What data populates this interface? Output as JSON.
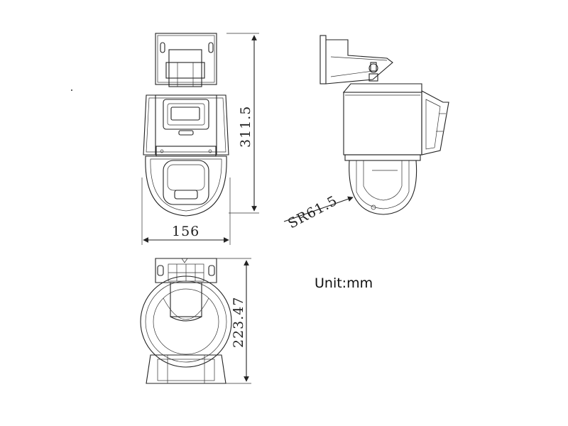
{
  "dimensions": {
    "height_front": "311.5",
    "width_front": "156",
    "radius_side": "SR61.5",
    "height_bottom": "223.47"
  },
  "unit_label": "Unit:mm",
  "colors": {
    "line": "#222222",
    "background": "#ffffff"
  }
}
